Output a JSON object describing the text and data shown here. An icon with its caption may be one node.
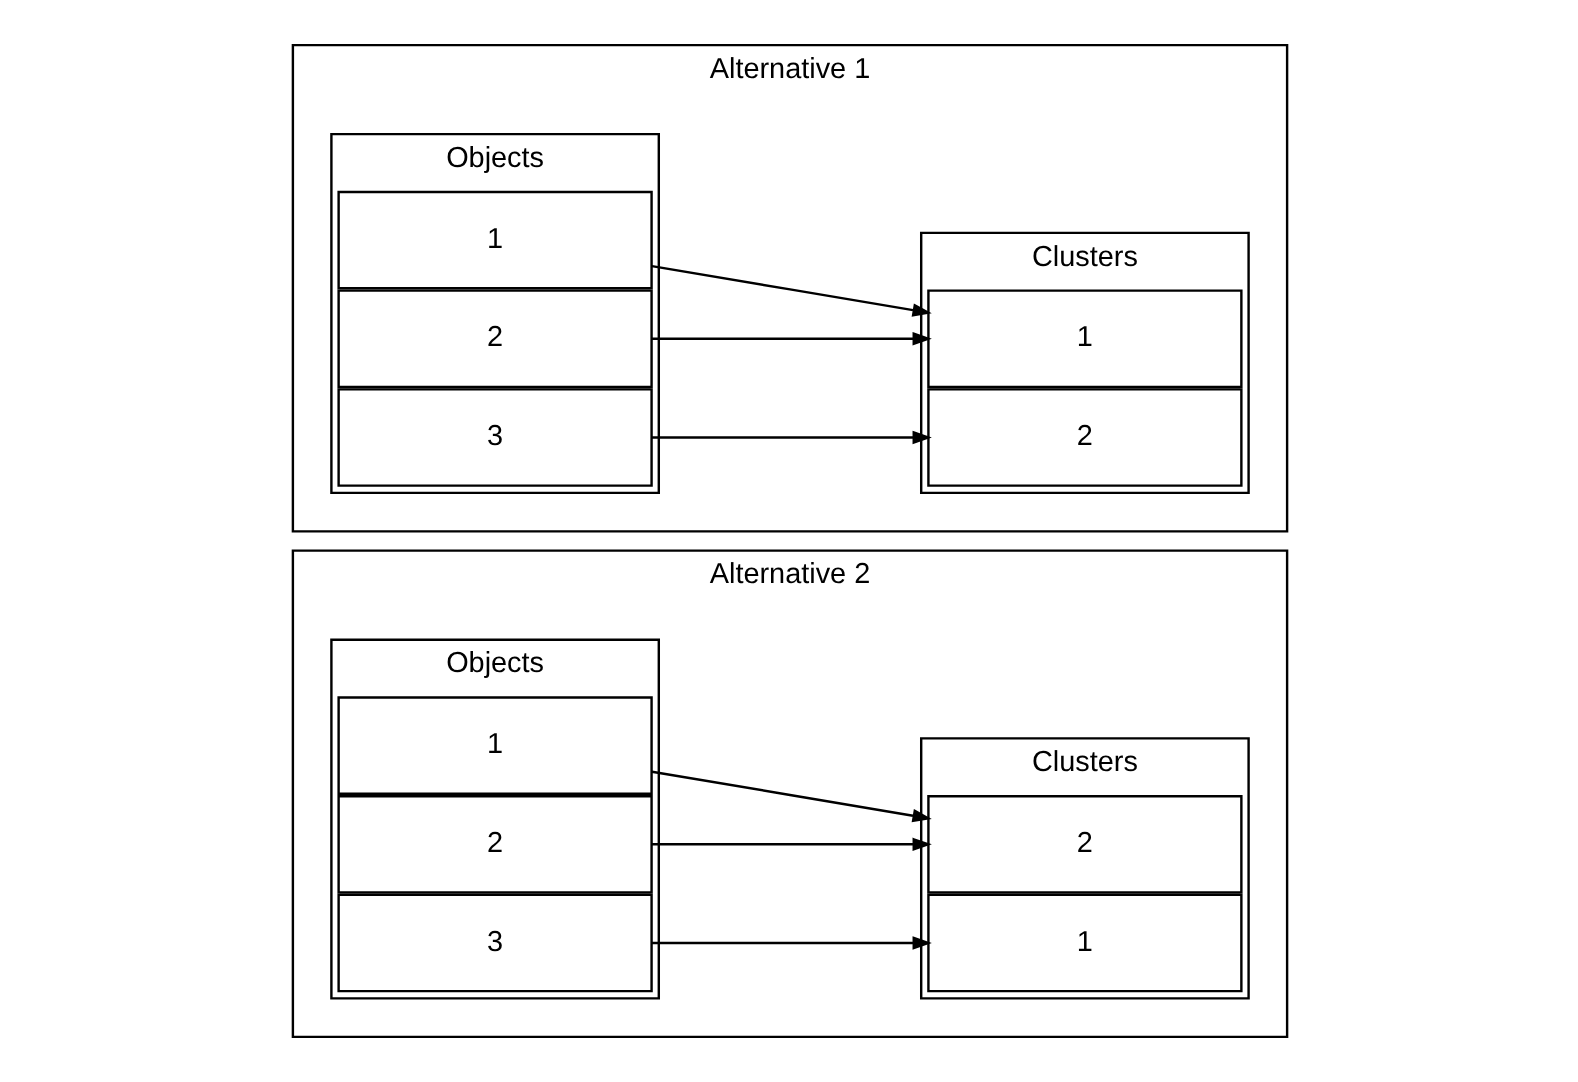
{
  "diagram": {
    "nodes": [
      {
        "text": [
          "Alternative 1"
        ]
      },
      {
        "text": [
          "Objects"
        ],
        "in": 0
      },
      {
        "text": [
          "1"
        ],
        "in": 1
      },
      {
        "text": [
          "2"
        ],
        "in": 1
      },
      {
        "text": [
          "3"
        ],
        "in": 1
      },
      {
        "text": [
          "Clusters"
        ],
        "in": 0
      },
      {
        "text": [
          "1"
        ],
        "in": 5
      },
      {
        "text": [
          "2"
        ],
        "in": 5
      },
      {
        "text": [
          "Alternative 2"
        ]
      },
      {
        "text": [
          "Objects"
        ],
        "in": 8
      },
      {
        "text": [
          "1"
        ],
        "in": 9
      },
      {
        "text": [
          "2"
        ],
        "in": 9
      },
      {
        "text": [
          "3"
        ],
        "in": 9
      },
      {
        "text": [
          "Clusters"
        ],
        "in": 8
      },
      {
        "text": [
          "1"
        ],
        "in": 13
      },
      {
        "text": [
          "2"
        ],
        "in": 13
      }
    ],
    "edges": [
      {
        "from": 2,
        "to": 6,
        "arrow": "to"
      },
      {
        "from": 3,
        "to": 6,
        "arrow": "to"
      },
      {
        "from": 4,
        "to": 7,
        "arrow": "to"
      },
      {
        "from": 10,
        "to": 15,
        "arrow": "to"
      },
      {
        "from": 11,
        "to": 15,
        "arrow": "to"
      },
      {
        "from": 12,
        "to": 14,
        "arrow": "to"
      }
    ]
  }
}
